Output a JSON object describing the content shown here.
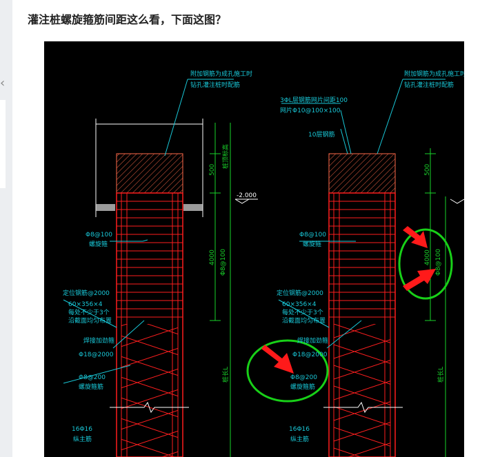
{
  "post": {
    "title": "灌注桩螺旋箍筋间距这么看，下面这图？"
  },
  "nav": {
    "back_icon": "chevron-left-icon"
  },
  "drawing": {
    "colors": {
      "background": "#000000",
      "rebar": "#ff1e1e",
      "leader": "#19c8d8",
      "dimension": "#19d42a",
      "annotation_circle": "#18d018",
      "arrow": "#ff1a1a"
    },
    "left_pile": {
      "top_note_1": "附加钢筋为成孔施工时",
      "top_note_2": "钻孔灌注桩时配筋",
      "dim_500": "500",
      "dim_4000": "4000",
      "dim_spiral": "Φ8@100",
      "level": "-2.000",
      "label_stirrup_dense": "Φ8@100",
      "label_stirrup_dense_sub": "螺旋箍",
      "label_locator_1": "定位钢筋@2000",
      "label_locator_2": "60×356×4",
      "label_locator_3": "每处不少于3个",
      "label_locator_4": "沿截面均匀布置",
      "label_ring_1": "焊接加劲箍",
      "label_ring_2": "Φ18@2000",
      "label_stirrup_sparse": "Φ8@200",
      "label_stirrup_sparse_sub": "螺旋箍筋",
      "label_main": "16Φ16",
      "label_main_sub": "纵主筋",
      "length_label": "桩长L",
      "side_dim": "桩顶标高"
    },
    "right_pile": {
      "top_note_1": "附加钢筋为成孔施工时",
      "top_note_2": "钻孔灌注桩时配筋",
      "mesh_1": "3ΦL层钢筋网片间距100",
      "mesh_2": "网片Φ10@100×100",
      "mesh_3": "10层钢筋",
      "dim_500": "500",
      "dim_4000": "4000",
      "dim_spiral": "Φ8@100",
      "label_stirrup_dense": "Φ8@100",
      "label_stirrup_dense_sub": "螺旋箍",
      "label_locator_1": "定位钢筋@2000",
      "label_locator_2": "60×356×4",
      "label_locator_3": "每处不少于3个",
      "label_locator_4": "沿截面均匀布置",
      "label_ring_1": "焊接加劲箍",
      "label_ring_2": "Φ18@2000",
      "label_stirrup_sparse": "Φ8@200",
      "label_stirrup_sparse_sub": "螺旋箍筋",
      "label_main": "16Φ16",
      "label_main_sub": "纵主筋",
      "length_label": "桩长L"
    }
  }
}
